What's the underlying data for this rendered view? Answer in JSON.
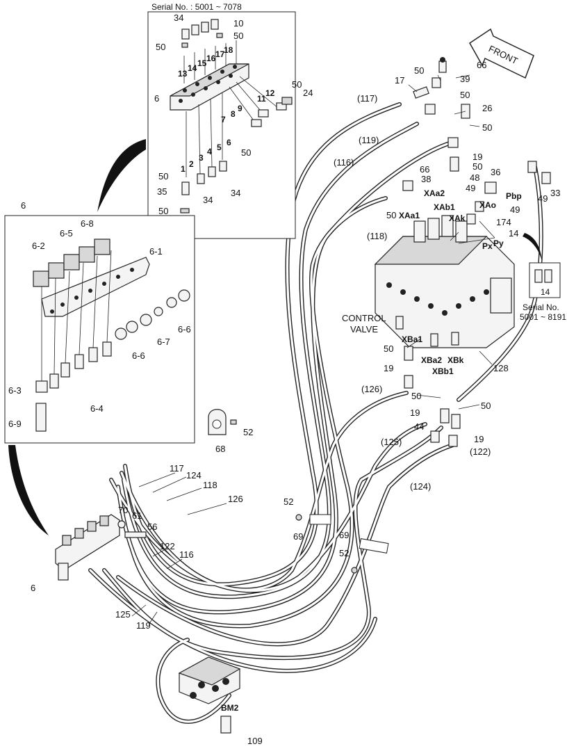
{
  "inset_top": {
    "serial": "Serial No. : 5001 ~ 7078"
  },
  "inset_right": {
    "serial_label": "Serial No.",
    "serial_range": "5001 ~ 8191",
    "part": "14"
  },
  "front_label": "FRONT",
  "control_valve": {
    "line1": "CONTROL",
    "line2": "VALVE"
  },
  "callouts": {
    "c34a": "34",
    "c10": "10",
    "c50a": "50",
    "c50b": "50",
    "c18": "18",
    "c17": "17",
    "c16": "16",
    "c15": "15",
    "c14": "14",
    "c13": "13",
    "c6a": "6",
    "c12": "12",
    "c11": "11",
    "c50c": "50",
    "c24": "24",
    "c9": "9",
    "c8": "8",
    "c7": "7",
    "c6b": "6",
    "c50d": "50",
    "c5": "5",
    "c4": "4",
    "c3": "3",
    "c2": "2",
    "c1": "1",
    "c50e": "50",
    "c35": "35",
    "c34b": "34",
    "c34c": "34",
    "c50f": "50",
    "c15b": "15",
    "c66a": "66",
    "c50g": "50",
    "c39": "39",
    "c17b": "17",
    "c117a": "(117)",
    "c50h": "50",
    "c26": "26",
    "c50i": "50",
    "c119a": "(119)",
    "c116a": "(116)",
    "c19a": "19",
    "c50j": "50",
    "c36": "36",
    "c66b": "66",
    "c38": "38",
    "c48": "48",
    "c49a": "49",
    "c49b": "49",
    "c33": "33",
    "cPbp": "Pbp",
    "cXAa2": "XAa2",
    "cXAb1": "XAb1",
    "cXAo": "XAo",
    "c50k": "50",
    "cXAa1": "XAa1",
    "cXAk": "XAk",
    "c174": "174",
    "c14b": "14",
    "c118a": "(118)",
    "cPx": "Px",
    "cPy": "Py",
    "cXBa1": "XBa1",
    "c50l": "50",
    "c19b": "19",
    "cXBa2": "XBa2",
    "cXBk": "XBk",
    "cXBb1": "XBb1",
    "c128": "128",
    "c126a": "(126)",
    "c50m": "50",
    "c50n": "50",
    "c19c": "19",
    "c44": "44",
    "c19d": "19",
    "c125a": "(125)",
    "c122a": "(122)",
    "c124a": "(124)",
    "c6main": "6",
    "c68": "68",
    "c52a": "52",
    "c117": "117",
    "c124": "124",
    "c118": "118",
    "c126": "126",
    "c70": "70",
    "c61": "61",
    "c56": "56",
    "c122": "122",
    "c116": "116",
    "c52b": "52",
    "c69a": "69",
    "c69b": "69",
    "c52c": "52",
    "c6c": "6",
    "c125": "125",
    "c119": "119",
    "cBM2": "BM2",
    "c109": "109"
  },
  "inset_left": {
    "c6_1": "6-1",
    "c6_2": "6-2",
    "c6_3": "6-3",
    "c6_4": "6-4",
    "c6_5": "6-5",
    "c6_6a": "6-6",
    "c6_6b": "6-6",
    "c6_7": "6-7",
    "c6_8": "6-8",
    "c6_9": "6-9"
  }
}
